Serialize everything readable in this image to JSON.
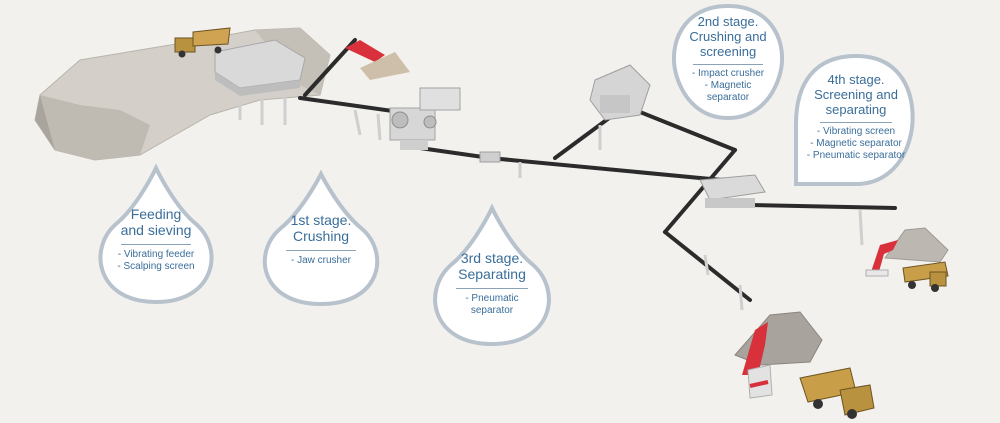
{
  "stages": [
    {
      "title_lines": [
        "Feeding",
        "and sieving"
      ],
      "items": [
        "- Vibrating feeder",
        "- Scalping screen"
      ]
    },
    {
      "title_lines": [
        "1st stage.",
        "Crushing"
      ],
      "items": [
        "- Jaw crusher"
      ]
    },
    {
      "title_lines": [
        "3rd stage.",
        "Separating"
      ],
      "items": [
        "- Pneumatic",
        "separator"
      ]
    },
    {
      "title_lines": [
        "2nd stage.",
        "Crushing and",
        "screening"
      ],
      "items": [
        "- Impact  crusher",
        "- Magnetic",
        "separator"
      ]
    },
    {
      "title_lines": [
        "4th stage.",
        "Screening and",
        "separating"
      ],
      "items": [
        "- Vibrating screen",
        "- Magnetic separator",
        "- Pneumatic separator"
      ]
    }
  ],
  "colors": {
    "accent_text": "#3a6e9a",
    "conveyor": "#2b2b2b",
    "machine": "#d7d7d7",
    "truck": "#b8923e",
    "excavator": "#d8313b",
    "rock": "#cfcbc4"
  }
}
